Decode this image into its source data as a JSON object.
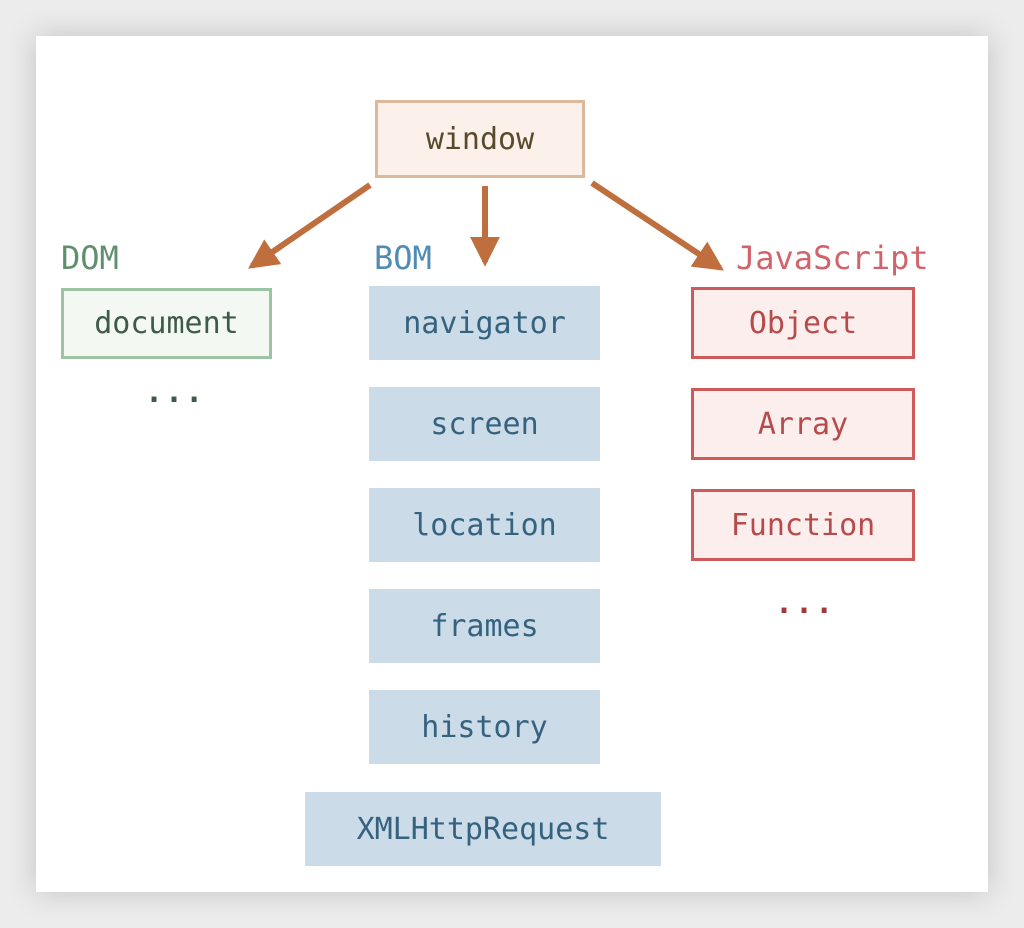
{
  "root": {
    "label": "window"
  },
  "groups": {
    "dom": {
      "title": "DOM",
      "items": [
        "document"
      ],
      "more": "..."
    },
    "bom": {
      "title": "BOM",
      "items": [
        "navigator",
        "screen",
        "location",
        "frames",
        "history",
        "XMLHttpRequest"
      ]
    },
    "javascript": {
      "title": "JavaScript",
      "items": [
        "Object",
        "Array",
        "Function"
      ],
      "more": "..."
    }
  },
  "colors": {
    "arrow": "#bf6f3e",
    "dom": "#5f8f6c",
    "bom": "#4f8bb3",
    "javascript": "#d0646a"
  }
}
